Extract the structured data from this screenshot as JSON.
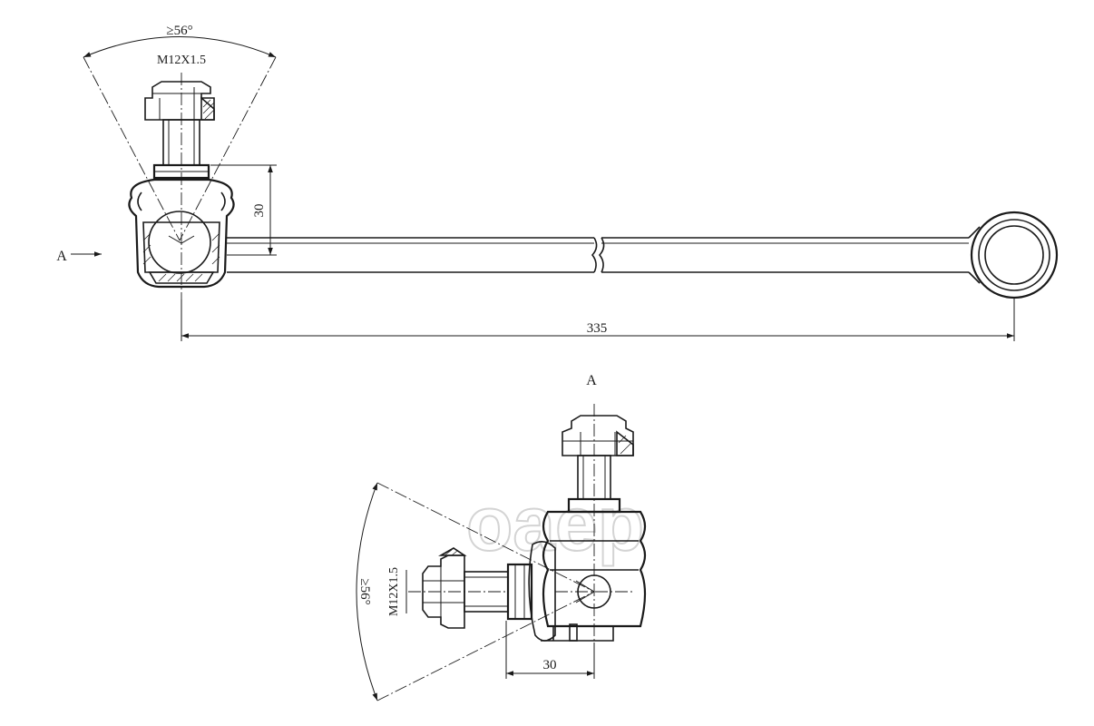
{
  "watermark": "oaep",
  "top_view": {
    "angle_label": "≥56°",
    "thread_label": "M12X1.5",
    "height_dim": "30",
    "length_dim": "335",
    "view_arrow_label": "A"
  },
  "view_a": {
    "title": "A",
    "angle_label": "≥56°",
    "thread_label": "M12X1.5",
    "width_dim": "30"
  }
}
